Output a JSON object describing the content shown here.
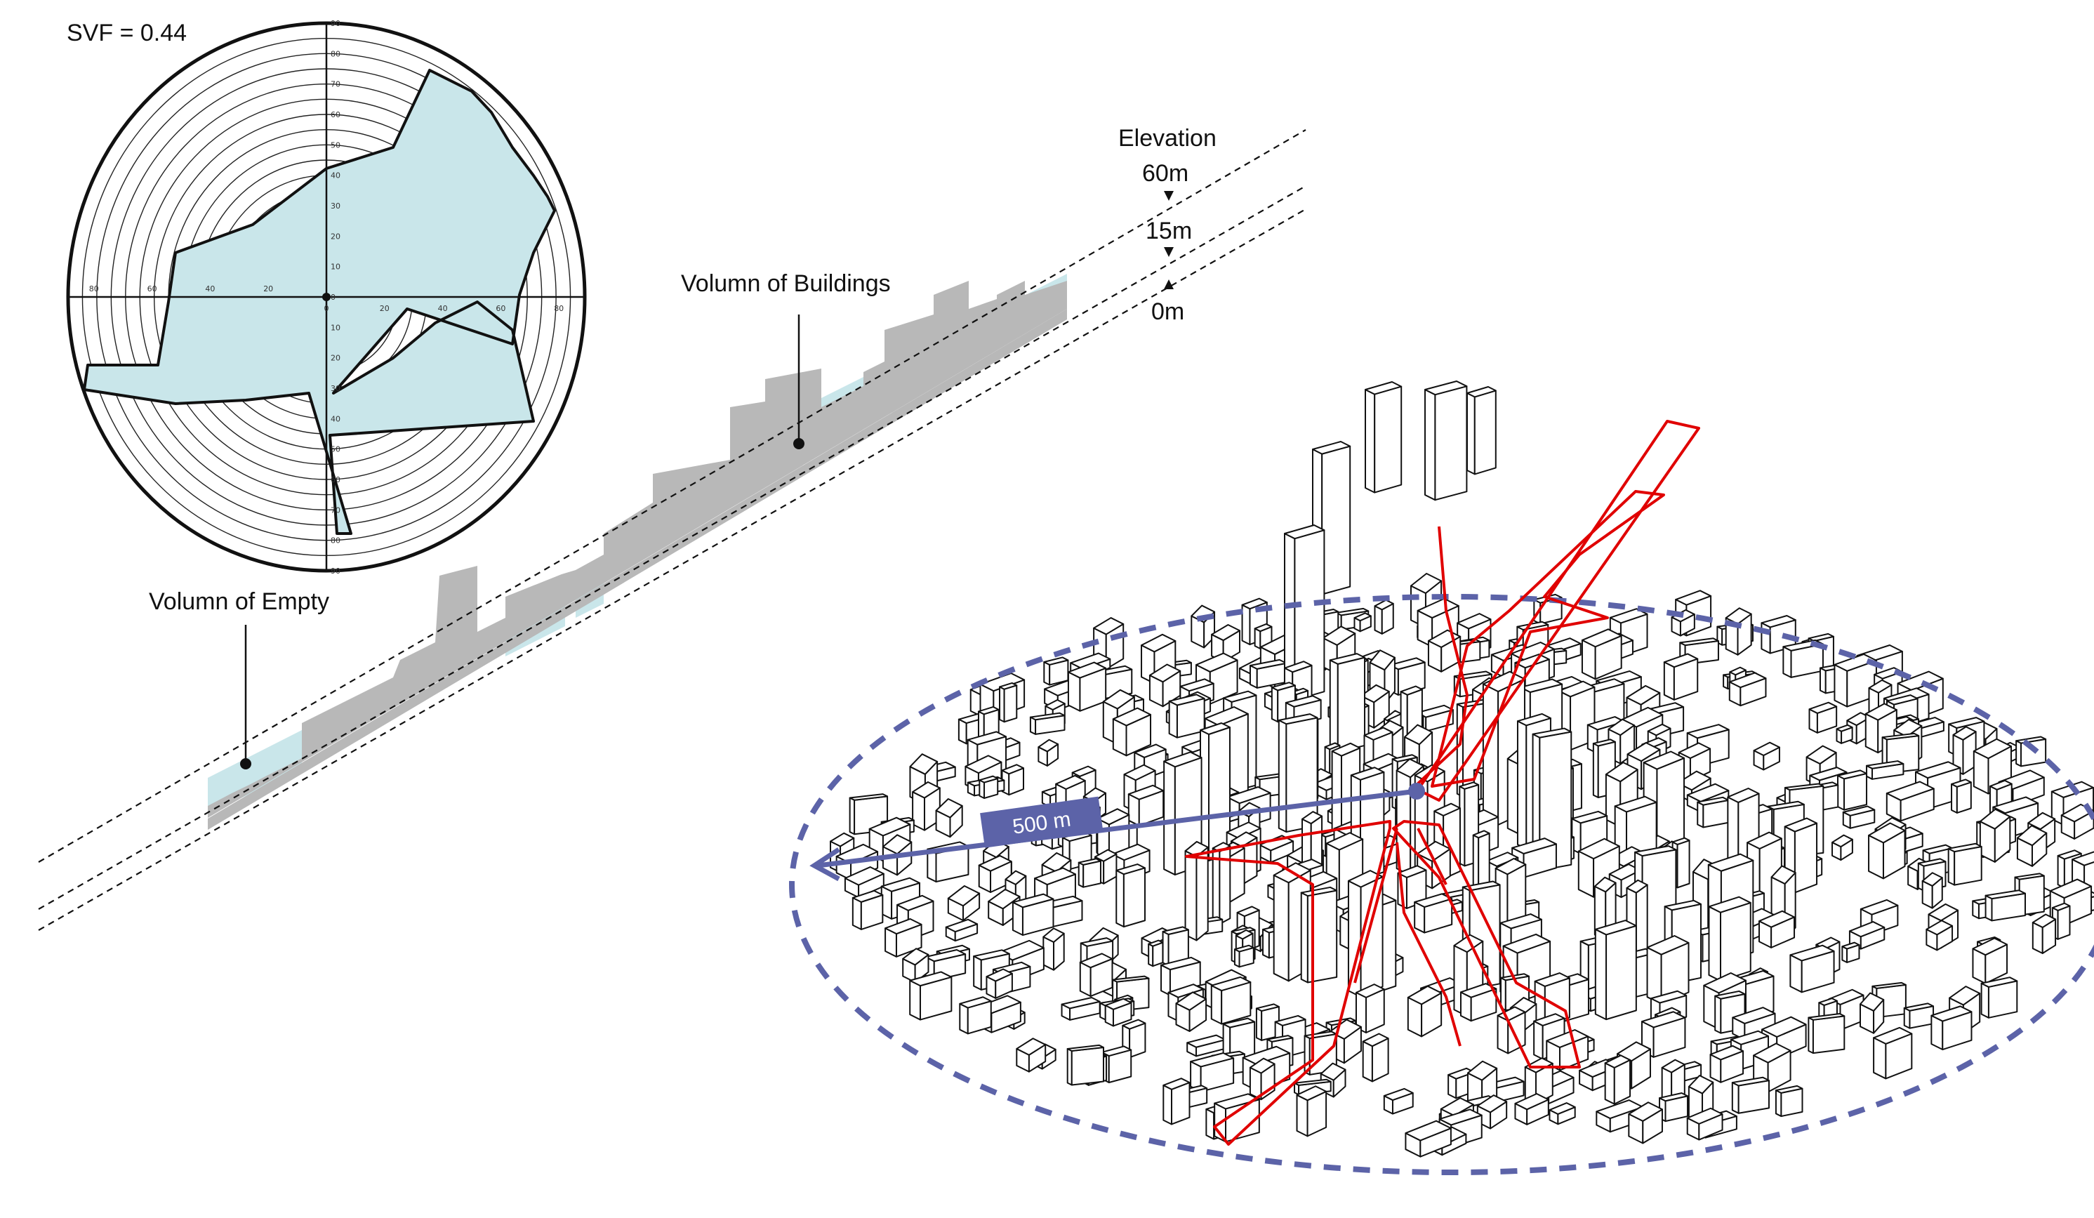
{
  "svf_label": "SVF = 0.44",
  "labels": {
    "buildings": "Volumn of Buildings",
    "empty": "Volumn of Empty"
  },
  "elevation": {
    "title": "Elevation",
    "levels": [
      "60m",
      "15m",
      "0m"
    ]
  },
  "scale": {
    "label": "500 m"
  },
  "polar": {
    "ring_ticks": [
      "90",
      "80",
      "70",
      "60",
      "50",
      "40",
      "30",
      "20",
      "10",
      "0",
      "10",
      "20",
      "30",
      "40",
      "50",
      "60",
      "70",
      "80",
      "90"
    ],
    "x_ticks": [
      "80",
      "60",
      "40",
      "20",
      "0",
      "20",
      "40",
      "60",
      "80"
    ]
  },
  "colors": {
    "sky_fill": "#c9e6ea",
    "building_fill": "#b8b8b8",
    "path_red": "#e00000",
    "radius_blue": "#5c63a8"
  }
}
